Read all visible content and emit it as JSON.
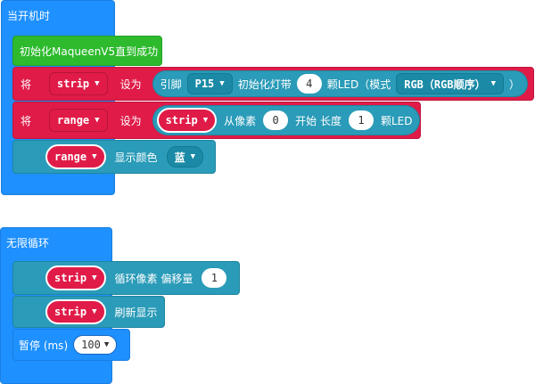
{
  "on_start": {
    "label": "当开机时",
    "init_block": "初始化MaqueenV5直到成功",
    "set1": {
      "set_label": "将",
      "var": "strip",
      "as_label": "设为",
      "pin_label": "引脚",
      "pin": "P15",
      "init_strip_label": "初始化灯带",
      "count": "4",
      "leds_label": "颗LED（模式",
      "mode": "RGB（RGB顺序）",
      "close_paren": "）"
    },
    "set2": {
      "set_label": "将",
      "var": "range",
      "as_label": "设为",
      "src_var": "strip",
      "from_label": "从像素",
      "start": "0",
      "start_label": "开始 长度",
      "length": "1",
      "length_label": "颗LED"
    },
    "show_color": {
      "var": "range",
      "label": "显示颜色",
      "color": "蓝"
    }
  },
  "forever": {
    "label": "无限循环",
    "rotate": {
      "var": "strip",
      "label": "循环像素 偏移量",
      "offset": "1"
    },
    "show": {
      "var": "strip",
      "label": "刷新显示"
    },
    "pause": {
      "label": "暂停 (ms)",
      "value": "100"
    }
  }
}
